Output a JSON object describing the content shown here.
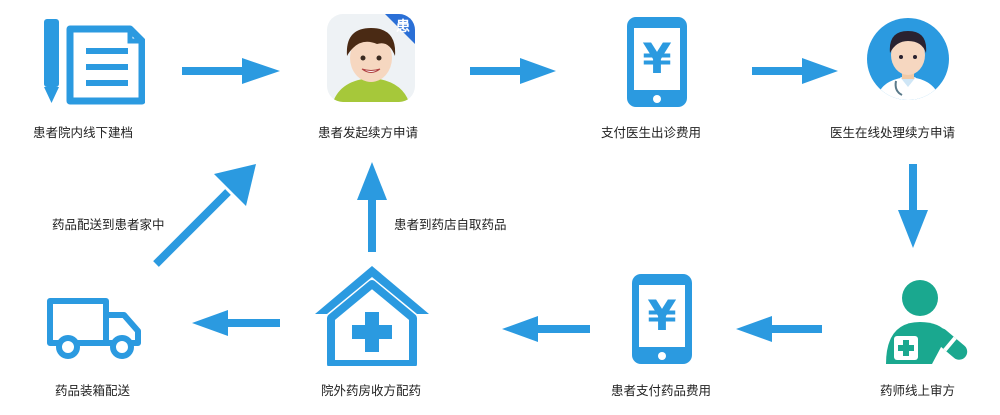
{
  "colors": {
    "primary": "#2b9ae0",
    "dark_blue": "#1f78c8",
    "teal": "#1aa88f",
    "skin": "#f6d7c0",
    "hair": "#4a2a14",
    "text": "#222222"
  },
  "nodes": {
    "record": {
      "label": "患者院内线下建档",
      "icon": "document-pen-icon"
    },
    "apply": {
      "label": "患者发起续方申请",
      "icon": "patient-avatar-icon",
      "badge": "患"
    },
    "pay_visit": {
      "label": "支付医生出诊费用",
      "icon": "phone-yuan-icon",
      "symbol": "¥"
    },
    "doctor": {
      "label": "医生在线处理续方申请",
      "icon": "doctor-avatar-icon"
    },
    "pharmacist": {
      "label": "药师线上审方",
      "icon": "pharmacist-icon"
    },
    "pay_drug": {
      "label": "患者支付药品费用",
      "icon": "phone-yuan-icon",
      "symbol": "¥"
    },
    "pharmacy": {
      "label": "院外药房收方配药",
      "icon": "pharmacy-house-icon"
    },
    "ship": {
      "label": "药品装箱配送",
      "icon": "delivery-truck-icon"
    }
  },
  "edges": {
    "home_delivery": "药品配送到患者家中",
    "self_pickup": "患者到药店自取药品"
  }
}
